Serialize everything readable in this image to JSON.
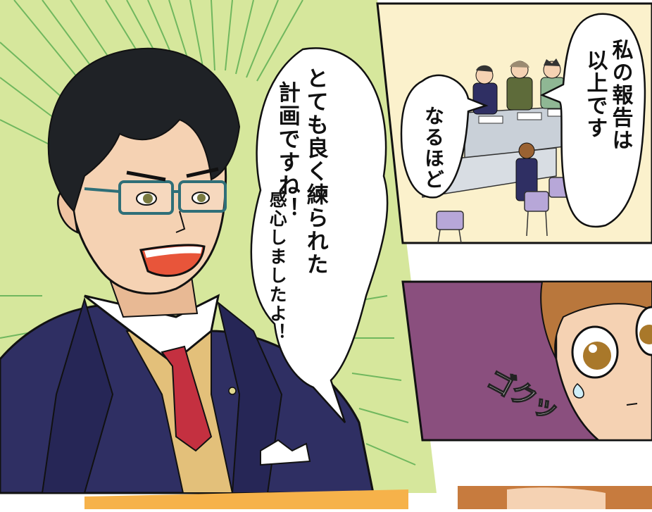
{
  "panels": {
    "main": {
      "speech": {
        "line1": "とても良く練られた",
        "line2": "計画ですね！",
        "line3": "感心しましたよ！"
      }
    },
    "meeting": {
      "speech_right": {
        "line1": "私の報告は",
        "line2": "以上です"
      },
      "speech_left": {
        "line1": "なるほど"
      }
    },
    "reaction": {
      "sfx": "ゴクッ"
    }
  },
  "colors": {
    "main_bg": "#d9e9a0",
    "meeting_bg": "#fbf1cc",
    "reaction_bg": "#8a4f7e",
    "suit": "#2f2f63",
    "tie": "#c43040",
    "skin": "#f5d2b3",
    "hair": "#1f2226"
  }
}
